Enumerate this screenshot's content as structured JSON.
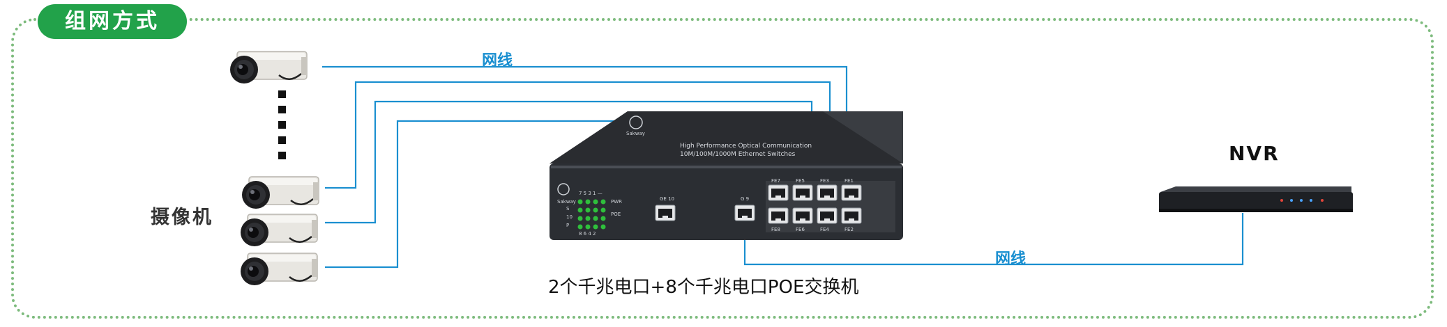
{
  "title": "组网方式",
  "labels": {
    "cable_top": "网线",
    "cable_bottom": "网线",
    "cameras": "摄像机",
    "nvr": "NVR",
    "switch_caption": "2个千兆电口+8个千兆电口POE交换机"
  },
  "switch_panel": {
    "brand": "Sakway",
    "top_text_1": "High Performance Optical Communication",
    "top_text_2": "10M/100M/1000M Ethernet Switches",
    "uplink_1": "GE 10",
    "uplink_2": "G 9",
    "led_rows": [
      "PWR",
      "POE"
    ],
    "led_side": [
      "S",
      "10",
      "P"
    ],
    "led_top": "7 5 3 1 —",
    "led_bottom": "8 6 4 2",
    "port_top": [
      "FE7",
      "FE5",
      "FE3",
      "FE1"
    ],
    "port_bottom": [
      "FE8",
      "FE6",
      "FE4",
      "FE2"
    ]
  },
  "colors": {
    "cable": "#1a8fd0",
    "frame": "#7dbb7d",
    "title_bg": "#22a24a",
    "switch_body": "#2b2e33"
  },
  "icons": [
    "camera-icon",
    "network-switch-icon",
    "nvr-recorder-icon",
    "ellipsis-dots-icon"
  ]
}
